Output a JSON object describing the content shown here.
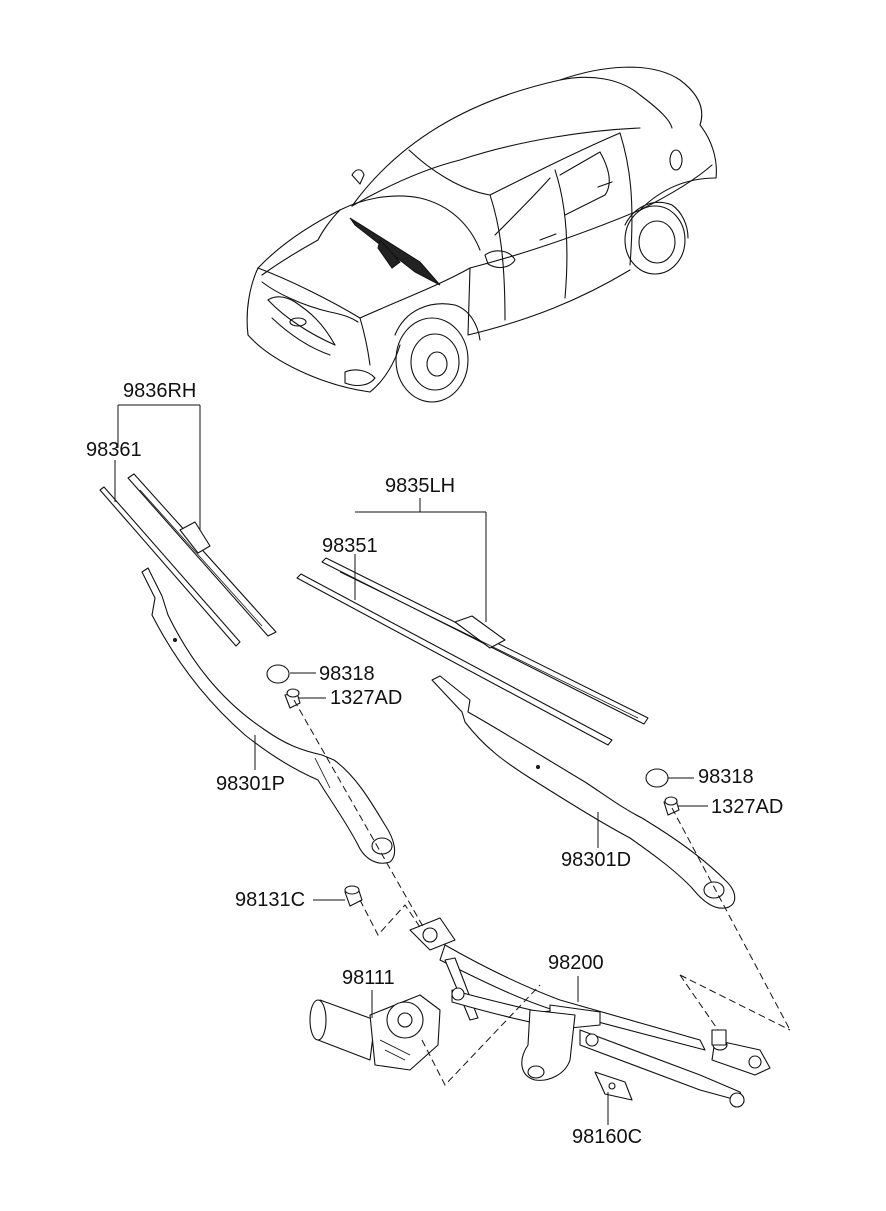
{
  "labels": {
    "blade_rh_assy": "9836RH",
    "refill_rh": "98361",
    "blade_lh_assy": "9835LH",
    "refill_lh": "98351",
    "cap_rh": "98318",
    "nut_rh": "1327AD",
    "arm_passenger": "98301P",
    "cap_lh": "98318",
    "nut_lh": "1327AD",
    "arm_driver": "98301D",
    "bolt": "98131C",
    "linkage": "98200",
    "motor": "98111",
    "bracket": "98160C"
  }
}
